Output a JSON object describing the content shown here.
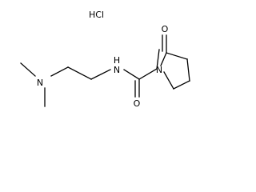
{
  "molecule": {
    "salt": "HCl",
    "atoms": {
      "n_amine": "N",
      "n_amide": "N",
      "h_amide": "H",
      "o_amide": "O",
      "n_ring": "N",
      "o_ring": "O"
    }
  }
}
